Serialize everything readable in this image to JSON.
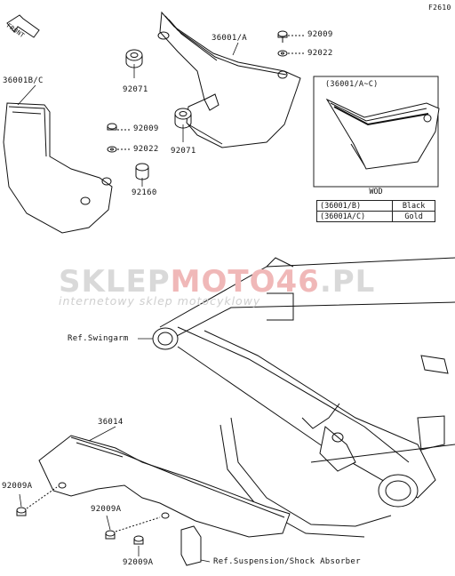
{
  "figure_code": "F2610",
  "front_label": "FRONT",
  "watermark": {
    "main_part1": "SKLEP",
    "main_part2": "MOTO46",
    "main_part3": ".PL",
    "sub": "internetowy sklep motocyklowy"
  },
  "parts": {
    "p_36001A": "36001/A",
    "p_92009_top": "92009",
    "p_92022_top": "92022",
    "p_36001BC": "36001B/C",
    "p_92071_left": "92071",
    "p_92009_mid": "92009",
    "p_92022_mid": "92022",
    "p_92071_mid": "92071",
    "p_92160": "92160",
    "p_36014": "36014",
    "p_92009A_left": "92009A",
    "p_92009A_mid": "92009A",
    "p_92009A_bottom": "92009A"
  },
  "refs": {
    "swingarm": "Ref.Swingarm",
    "shock": "Ref.Suspension/Shock Absorber"
  },
  "inset": {
    "title": "(36001/A~C)",
    "wod_label": "WOD",
    "rows": [
      {
        "code": "(36001/B)",
        "color": "Black"
      },
      {
        "code": "(36001A/C)",
        "color": "Gold"
      }
    ]
  }
}
